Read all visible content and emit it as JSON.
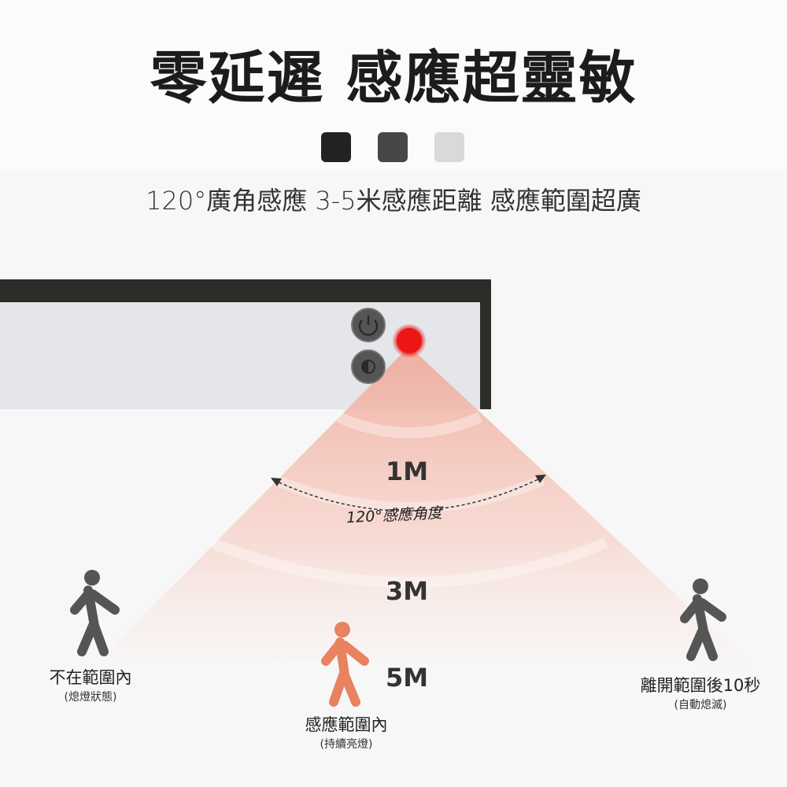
{
  "title": "零延遲 感應超靈敏",
  "color_swatches": [
    "#222222",
    "#474747",
    "#d9d9d9"
  ],
  "subtitle": "120°廣角感應 3-5米感應距離 感應範圍超廣",
  "sensor": {
    "led_color": "#e01010",
    "buttons": [
      "power-icon",
      "brightness-icon"
    ]
  },
  "distances": [
    "1M",
    "3M",
    "5M"
  ],
  "angle_label": "120°感應角度",
  "states": [
    {
      "main": "不在範圍內",
      "sub": "(熄燈狀態)"
    },
    {
      "main": "感應範圍內",
      "sub": "(持續亮燈)"
    },
    {
      "main": "離開範圍後10秒",
      "sub": "(自動熄滅)"
    }
  ]
}
